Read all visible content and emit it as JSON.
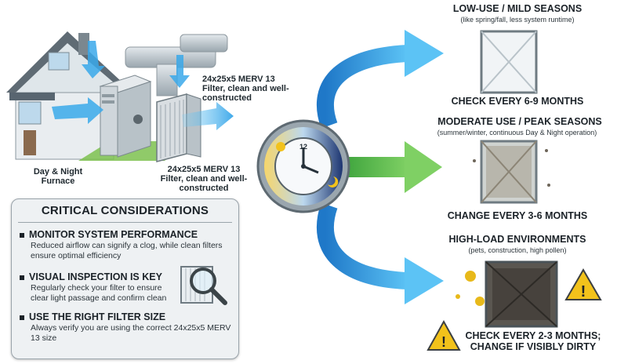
{
  "left": {
    "filter_label_top": "24x25x5 MERV 13 Filter, clean and well-constructed",
    "filter_label_bottom": "24x25x5 MERV 13 Filter, clean and well-constructed",
    "furnace_label": "Day & Night Furnace"
  },
  "considerations": {
    "title": "CRITICAL CONSIDERATIONS",
    "items": [
      {
        "title": "MONITOR SYSTEM PERFORMANCE",
        "body": "Reduced airflow can signify a clog, while clean filters ensure optimal efficiency"
      },
      {
        "title": "VISUAL INSPECTION IS KEY",
        "body": "Regularly check your filter to ensure clear light passage and confirm clean"
      },
      {
        "title": "USE THE RIGHT FILTER SIZE",
        "body": "Always verify you are using the correct 24x25x5 MERV 13 size"
      }
    ]
  },
  "schedules": [
    {
      "title": "LOW-USE / MILD SEASONS",
      "subtitle": "(like spring/fall, less system runtime)",
      "action": "CHECK EVERY 6-9 MONTHS",
      "arrow_color": "#2a8fd8"
    },
    {
      "title": "MODERATE USE / PEAK SEASONS",
      "subtitle": "(summer/winter, continuous Day & Night operation)",
      "action": "CHANGE EVERY 3-6 MONTHS",
      "arrow_color": "#3fae3a"
    },
    {
      "title": "HIGH-LOAD ENVIRONMENTS",
      "subtitle": "(pets, construction, high pollen)",
      "action_line1": "CHECK EVERY 2-3 MONTHS;",
      "action_line2": "CHANGE IF VISIBLY DIRTY",
      "arrow_color": "#2a8fd8"
    }
  ],
  "clock": {
    "numeral_12": "12"
  },
  "icons": [
    "house-icon",
    "furnace-icon",
    "filter-icon",
    "clock-icon",
    "magnifier-icon",
    "warning-icon",
    "pollen-icon"
  ],
  "colors": {
    "blue_arrow": "#2a8fd8",
    "green_arrow": "#3fae3a",
    "warning": "#f2c21b"
  }
}
